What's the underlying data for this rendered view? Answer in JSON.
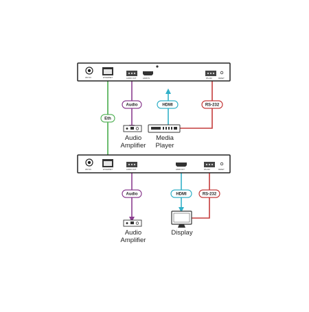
{
  "top_unit": {
    "dc_label": "48V DC",
    "ethernet_label": "ETHERNET",
    "audio_port_label": "AUDIO OUT",
    "hdmi_label": "HDMI IN",
    "rs232_label": "RS-232",
    "reset_label": "RESET"
  },
  "bottom_unit": {
    "dc_label": "48V DC",
    "ethernet_label": "ETHERNET",
    "audio_port_label": "AUDIO OUT",
    "hdmi_label": "HDMI OUT",
    "rs232_label": "RS-232",
    "reset_label": "RESET"
  },
  "tags": {
    "eth": "Eth",
    "audio_top": "Audio",
    "hdmi_top": "HDMI",
    "rs232_top": "RS-232",
    "audio_bottom": "Audio",
    "hdmi_bottom": "HDMI",
    "rs232_bottom": "RS-232"
  },
  "devices": {
    "audio_amp_top": [
      "Audio",
      "Amplifier"
    ],
    "media_player": [
      "Media",
      "Player"
    ],
    "audio_amp_bottom": [
      "Audio",
      "Amplifier"
    ],
    "display": "Display"
  },
  "colors": {
    "eth": "#5ab55e",
    "audio": "#8a3d8f",
    "hdmi": "#32b0c8",
    "rs232": "#c43a3a"
  }
}
